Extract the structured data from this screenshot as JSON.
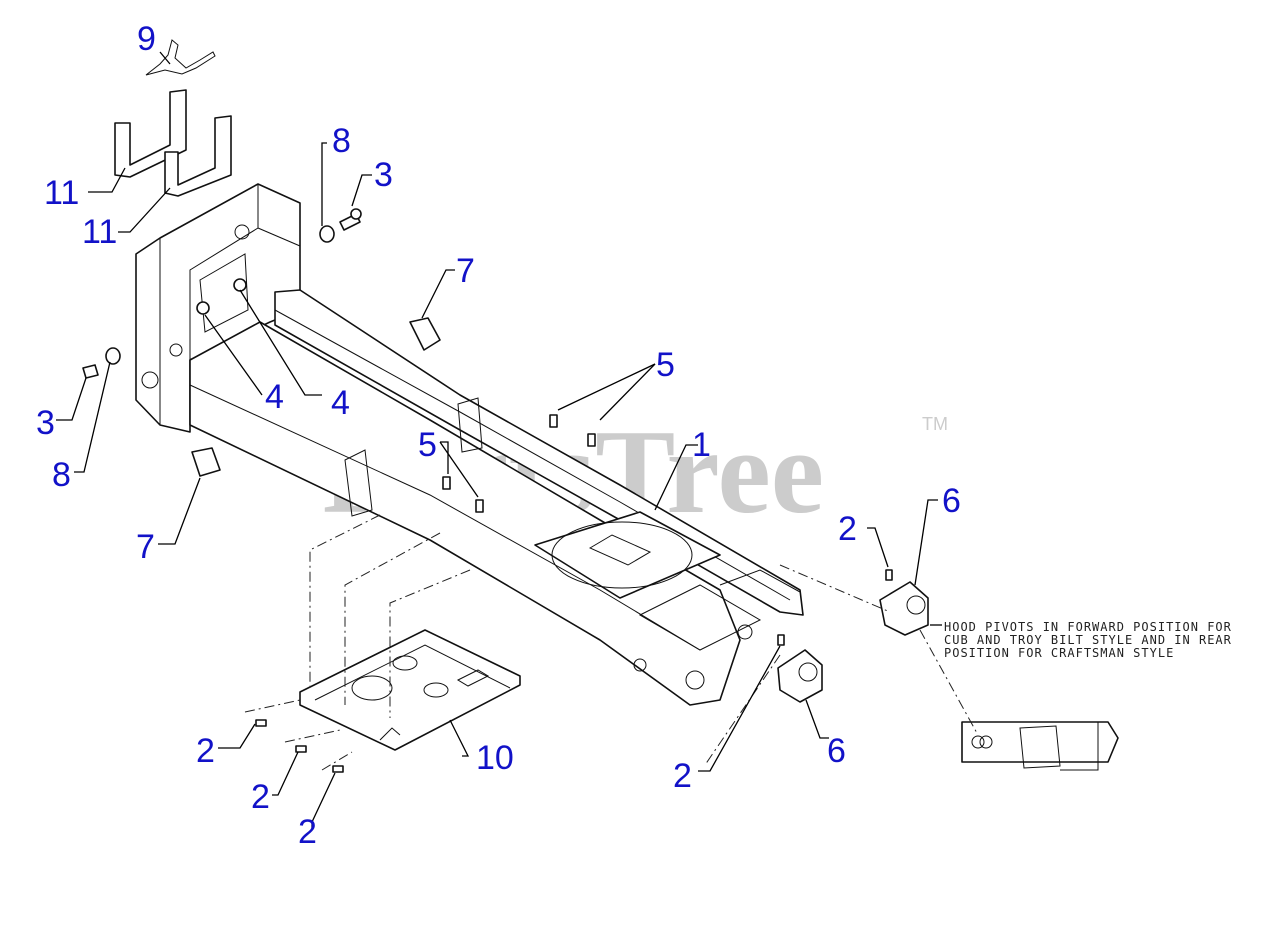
{
  "watermark": {
    "brand": "PartsTree",
    "trademark": "TM"
  },
  "note": {
    "lines": [
      "HOOD PIVOTS IN FORWARD POSITION FOR",
      "CUB AND TROY BILT STYLE AND IN REAR",
      "POSITION FOR CRAFTSMAN STYLE"
    ]
  },
  "callouts": [
    {
      "id": "c9",
      "label": "9"
    },
    {
      "id": "c11a",
      "label": "11"
    },
    {
      "id": "c11b",
      "label": "11"
    },
    {
      "id": "c8a",
      "label": "8"
    },
    {
      "id": "c3a",
      "label": "3"
    },
    {
      "id": "c7a",
      "label": "7"
    },
    {
      "id": "c5a",
      "label": "5"
    },
    {
      "id": "c4a",
      "label": "4"
    },
    {
      "id": "c4b",
      "label": "4"
    },
    {
      "id": "c3b",
      "label": "3"
    },
    {
      "id": "c8b",
      "label": "8"
    },
    {
      "id": "c5b",
      "label": "5"
    },
    {
      "id": "c1",
      "label": "1"
    },
    {
      "id": "c7b",
      "label": "7"
    },
    {
      "id": "c6a",
      "label": "6"
    },
    {
      "id": "c2a",
      "label": "2"
    },
    {
      "id": "c6b",
      "label": "6"
    },
    {
      "id": "c2b",
      "label": "2"
    },
    {
      "id": "c2c",
      "label": "2"
    },
    {
      "id": "c2d",
      "label": "2"
    },
    {
      "id": "c10",
      "label": "10"
    },
    {
      "id": "c2e",
      "label": "2"
    }
  ],
  "colors": {
    "callout": "#1212c8",
    "line": "#111111",
    "watermark": "#cccccc"
  }
}
